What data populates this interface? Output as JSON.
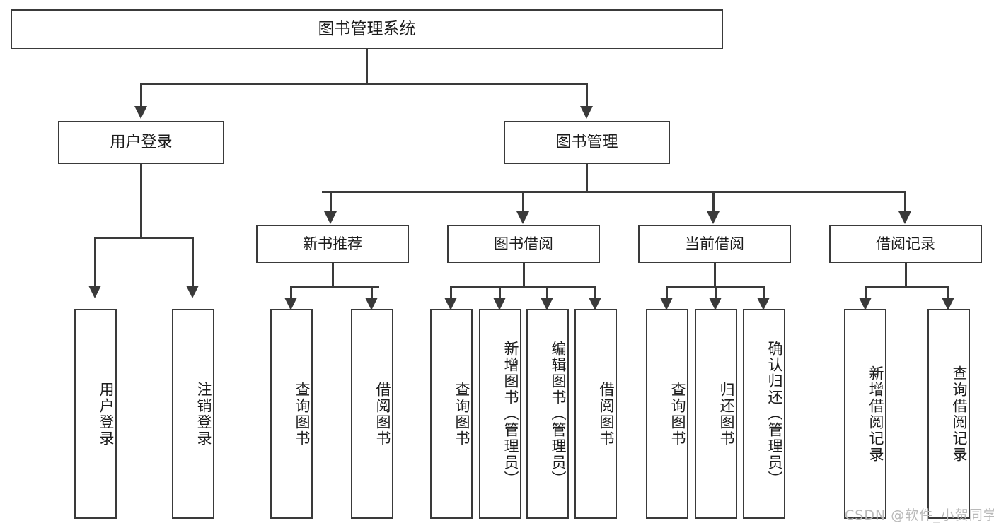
{
  "diagram": {
    "title": "图书管理系统",
    "type": "功能结构图",
    "root": {
      "label": "图书管理系统"
    },
    "level1": [
      {
        "label": "用户登录"
      },
      {
        "label": "图书管理"
      }
    ],
    "level2": [
      {
        "label": "新书推荐"
      },
      {
        "label": "图书借阅"
      },
      {
        "label": "当前借阅"
      },
      {
        "label": "借阅记录"
      }
    ],
    "leaves": {
      "user_login": [
        {
          "label": "用户登录"
        },
        {
          "label": "注销登录"
        }
      ],
      "new_book_recommend": [
        {
          "label": "查询图书"
        },
        {
          "label": "借阅图书"
        }
      ],
      "book_borrow": [
        {
          "label": "查询图书"
        },
        {
          "label": "新增图书（管理员）"
        },
        {
          "label": "编辑图书（管理员）"
        },
        {
          "label": "借阅图书"
        }
      ],
      "current_borrow": [
        {
          "label": "查询图书"
        },
        {
          "label": "归还图书"
        },
        {
          "label": "确认归还（管理员）"
        }
      ],
      "borrow_record": [
        {
          "label": "新增借阅记录"
        },
        {
          "label": "查询借阅记录"
        }
      ]
    }
  },
  "watermark": {
    "text": "CSDN @软件_小贺同学"
  },
  "colors": {
    "stroke": "#3a3a3a",
    "text": "#1c1c1c",
    "background": "#ffffff",
    "watermark": "#b9b9b9"
  }
}
